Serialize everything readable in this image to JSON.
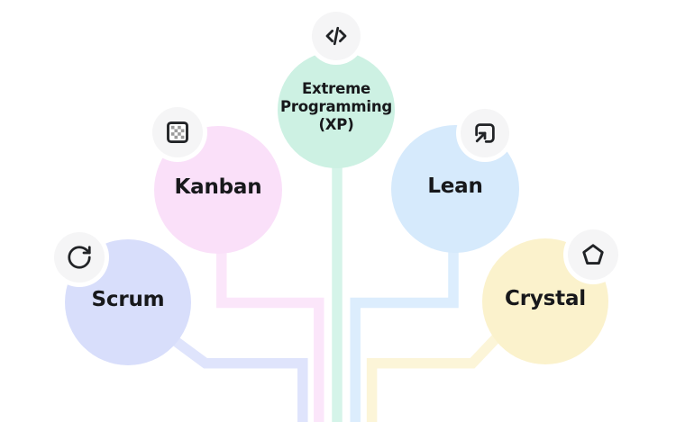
{
  "diagram": {
    "description": "Five agile methodology bubbles connected by colored lines flowing to the bottom center",
    "background": "#ffffff",
    "text_color": "#17181b",
    "icon_color": "#212326",
    "badge_bg": "#f5f5f6",
    "badge_ring": "#ffffff",
    "checker_cell_color": "#9b9b9b",
    "nodes": [
      {
        "id": "scrum",
        "label": "Scrum",
        "icon": "rotate-cw-icon",
        "circle_color": "#d8defb",
        "line_color": "#dfe4fc"
      },
      {
        "id": "kanban",
        "label": "Kanban",
        "icon": "checkerboard-icon",
        "circle_color": "#fae0f9",
        "line_color": "#fbe6fa"
      },
      {
        "id": "xp",
        "label": "Extreme\nProgramming\n(XP)",
        "icon": "code-icon",
        "circle_color": "#cdf1e3",
        "line_color": "#d5f4e9"
      },
      {
        "id": "lean",
        "label": "Lean",
        "icon": "arrow-up-right-box-icon",
        "circle_color": "#d6eafc",
        "line_color": "#dcedfd"
      },
      {
        "id": "crystal",
        "label": "Crystal",
        "icon": "pentagon-icon",
        "circle_color": "#fbf2cc",
        "line_color": "#fcf5d8"
      }
    ]
  }
}
